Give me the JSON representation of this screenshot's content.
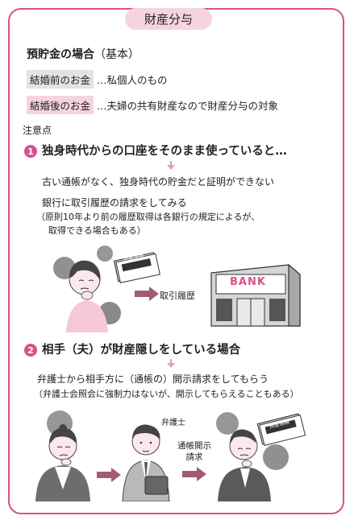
{
  "title": "財産分与",
  "savings": {
    "heading": "預貯金の場合",
    "heading_paren": "（基本）",
    "rows": [
      {
        "tag": "結婚前のお金",
        "desc": "…私個人のもの"
      },
      {
        "tag": "結婚後のお金",
        "desc": "…夫婦の共有財産なので財産分与の対象"
      }
    ]
  },
  "note_label": "注意点",
  "point1": {
    "number": "1",
    "title": "独身時代からの口座をそのまま使っていると…",
    "line1": "古い通帳がなく、独身時代の貯金だと証明ができない",
    "line2": "銀行に取引履歴の請求をしてみる",
    "line3": "（原則10年より前の履歴取得は各銀行の規定によるが、",
    "line4": "取得できる場合もある）",
    "passbook_label": "預金通帳",
    "arrow_label": "取引履歴",
    "bank_sign": "BANK"
  },
  "point2": {
    "number": "2",
    "title": "相手（夫）が財産隠しをしている場合",
    "line1": "弁護士から相手方に（通帳の）開示請求をしてもらう",
    "line2": "（弁護士会照会に強制力はないが、開示してもらえることもある）",
    "lawyer_label": "弁護士",
    "request_label1": "通帳開示",
    "request_label2": "請求",
    "passbook_label": "預金通帳"
  },
  "colors": {
    "accent": "#d9518c",
    "pink_light": "#f6d3e1",
    "tag_gray": "#e3e3e3",
    "arrow": "#a35a78"
  }
}
